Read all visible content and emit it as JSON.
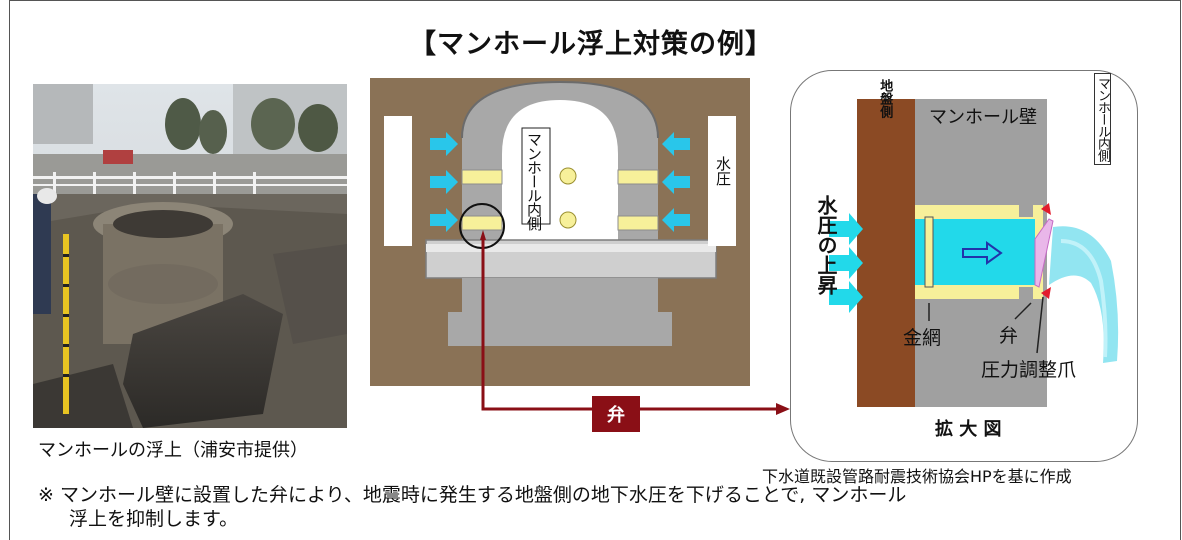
{
  "title": "【マンホール浮上対策の例】",
  "photo": {
    "caption": "マンホールの浮上（浦安市提供）"
  },
  "cross_section": {
    "inner_label": "マンホール内側",
    "water_pressure_label": "水圧"
  },
  "valve_tag": "弁",
  "zoom": {
    "ground_side": "地盤側",
    "wall": "マンホール壁",
    "inner_side": "マンホール内側",
    "rise": "水圧の上昇",
    "mesh": "金網",
    "valve": "弁",
    "claw": "圧力調整爪",
    "caption": "拡 大 図"
  },
  "source": "下水道既設管路耐震技術協会HPを基に作成",
  "note": {
    "line1": "※ マンホール壁に設置した弁により、地震時に発生する地盤側の地下水圧を下げることで, マンホール",
    "line2": "浮上を抑制します。"
  },
  "colors": {
    "soil": "#8a7256",
    "wall": "#9a9a9a",
    "water": "#22d9ea",
    "valve_red": "#8a0f16",
    "yellow": "#f7f09a",
    "ground_brown": "#8b4a24"
  }
}
